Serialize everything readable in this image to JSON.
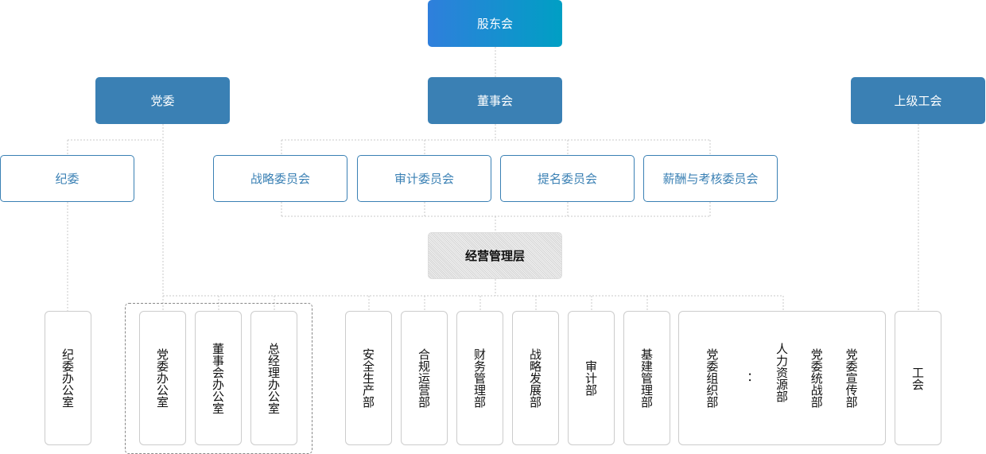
{
  "shareholders": "股东会",
  "party_committee": "党委",
  "board": "董事会",
  "upper_union": "上级工会",
  "discipline": "纪委",
  "committees": [
    "战略委员会",
    "审计委员会",
    "提名委员会",
    "薪酬与考核委员会"
  ],
  "management": "经营管理层",
  "departments": [
    "纪委办公室",
    "党委办公室",
    "董事会办公室",
    "总经理办公室",
    "安全生产部",
    "合规运营部",
    "财务管理部",
    "战略发展部",
    "审计部",
    "基建管理部"
  ],
  "composite_department": [
    "党委组织部",
    "：",
    "人力资源部",
    "党委统战部",
    "党委宣传部"
  ],
  "union": "工会"
}
